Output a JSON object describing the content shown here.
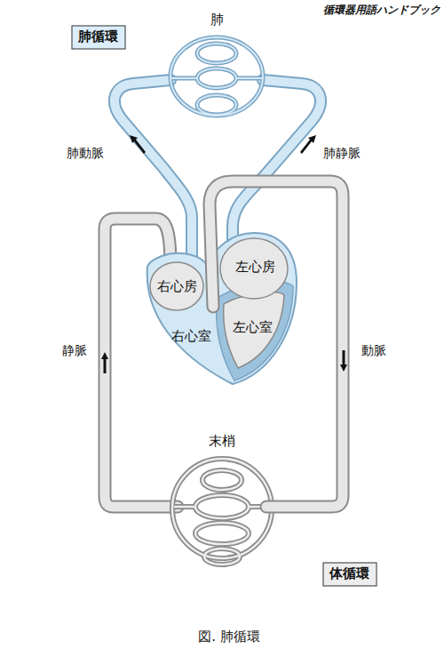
{
  "diagram": {
    "caption": "図. 肺循環",
    "nodes": [
      {
        "text": [
          "肺循環"
        ]
      },
      {
        "text": [
          "体循環"
        ]
      }
    ],
    "labels": [
      "循環器用語ハンドブック",
      "肺",
      "肺動脈",
      "肺静脈",
      "右心房",
      "左心房",
      "右心室",
      "左心室",
      "静脈",
      "動脈",
      "末梢"
    ]
  }
}
